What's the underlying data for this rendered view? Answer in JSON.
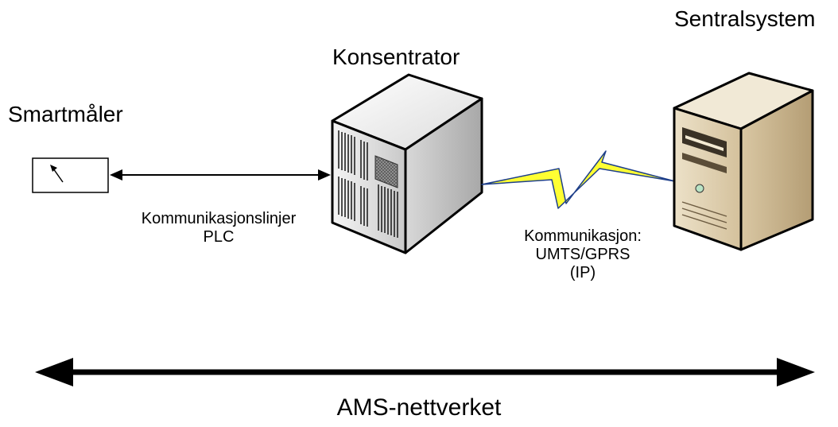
{
  "nodes": {
    "meter": {
      "label": "Smartmåler",
      "icon": "meter-icon"
    },
    "concentrator": {
      "label": "Konsentrator",
      "icon": "server-cabinet-icon"
    },
    "central": {
      "label": "Sentralsystem",
      "icon": "tower-server-icon"
    }
  },
  "links": {
    "plc": {
      "line1": "Kommunikasjonslinjer",
      "line2": "PLC"
    },
    "wireless": {
      "line1": "Kommunikasjon:",
      "line2": "UMTS/GPRS",
      "line3": "(IP)",
      "color": "#ffff33"
    }
  },
  "network": {
    "label": "AMS-nettverket"
  }
}
